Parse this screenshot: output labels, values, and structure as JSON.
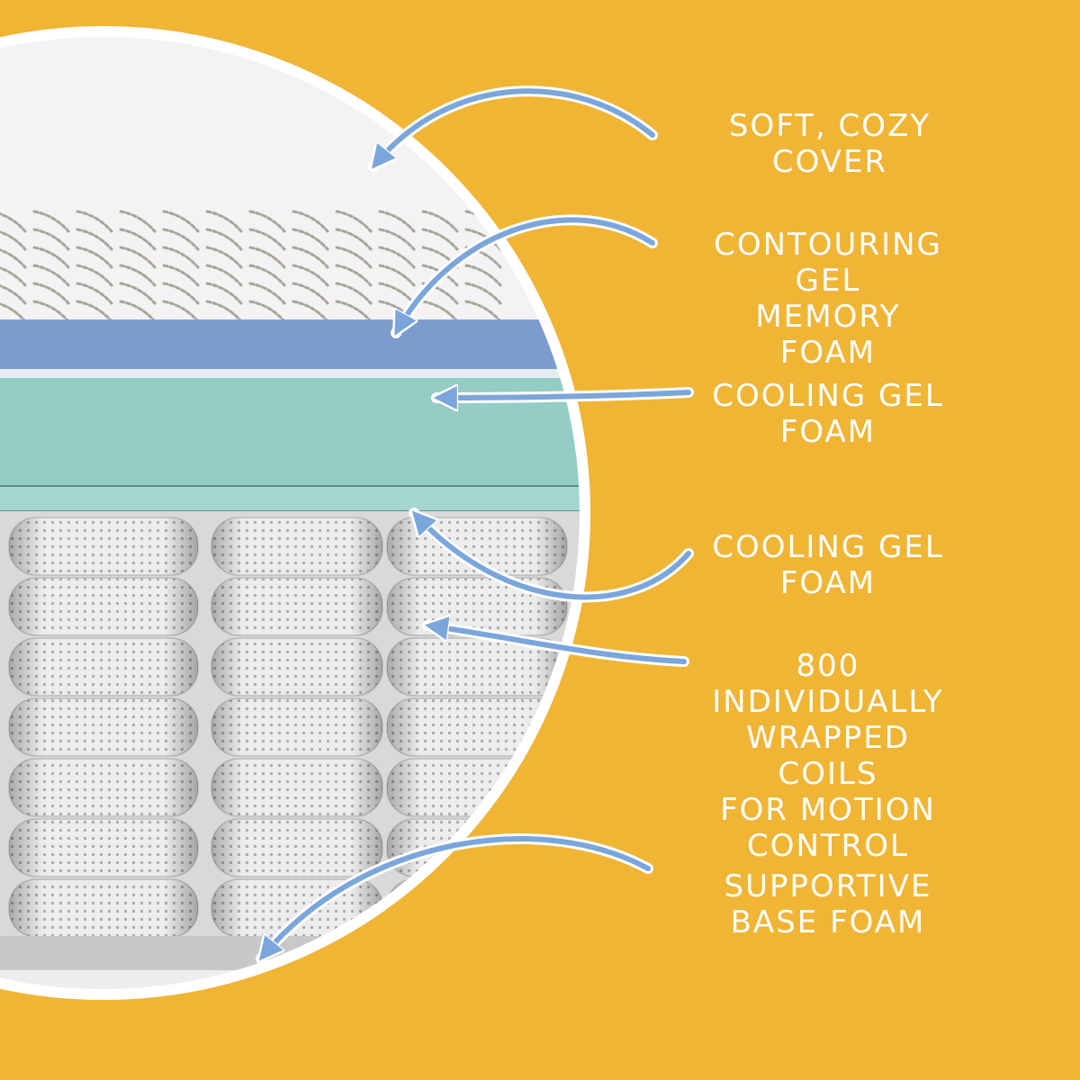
{
  "colors": {
    "background": "#f0b535",
    "circle_border": "#ffffff",
    "cover": "#f3f3f3",
    "memory_foam": "#7c9ccc",
    "cooling_foam": "#94ccc6",
    "coils": "#e9e9e9",
    "base_foam": "#c8c8c8",
    "arrow": "#7aa6dc",
    "label_text": "#ffffff"
  },
  "labels": [
    {
      "id": "cover",
      "text": "SOFT, COZY COVER"
    },
    {
      "id": "memory-foam",
      "text": "CONTOURING GEL\nMEMORY FOAM"
    },
    {
      "id": "cooling-foam-1",
      "text": "COOLING GEL\nFOAM"
    },
    {
      "id": "cooling-foam-2",
      "text": "COOLING GEL\nFOAM"
    },
    {
      "id": "coils",
      "text": "800 INDIVIDUALLY\nWRAPPED COILS\nFOR MOTION\nCONTROL"
    },
    {
      "id": "base-foam",
      "text": "SUPPORTIVE\nBASE FOAM"
    }
  ]
}
